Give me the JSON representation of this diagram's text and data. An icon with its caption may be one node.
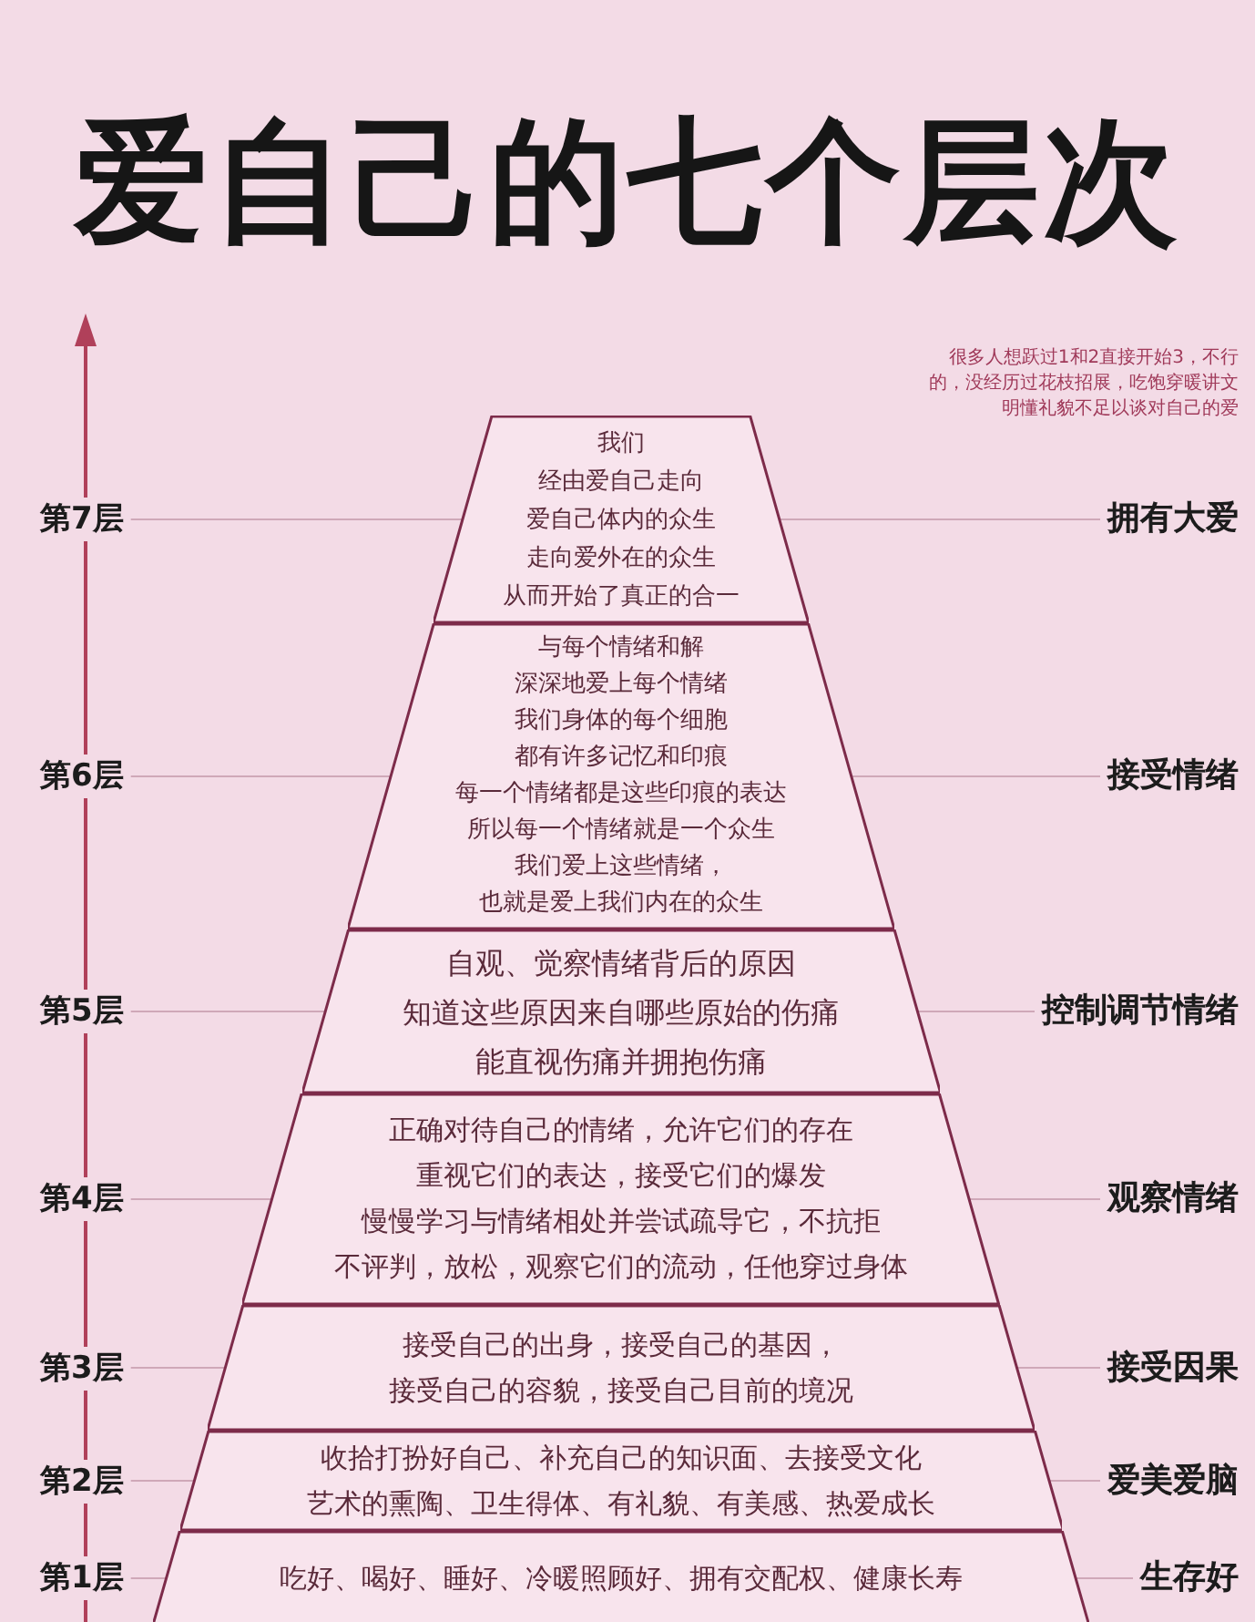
{
  "diagram": {
    "title": "爱自己的七个层次",
    "nodes": [
      {
        "text": [
          "第7层"
        ]
      },
      {
        "text": [
          "我们",
          "经由爱自己走向",
          "爱自己体内的众生",
          "走向爱外在的众生",
          "从而开始了真正的合一"
        ]
      },
      {
        "text": [
          "拥有大爱"
        ]
      },
      {
        "text": [
          "第6层"
        ]
      },
      {
        "text": [
          "与每个情绪和解",
          "深深地爱上每个情绪",
          "我们身体的每个细胞",
          "都有许多记忆和印痕",
          "每一个情绪都是这些印痕的表达",
          "所以每一个情绪就是一个众生",
          "我们爱上这些情绪，",
          "也就是爱上我们内在的众生"
        ]
      },
      {
        "text": [
          "接受情绪"
        ]
      },
      {
        "text": [
          "第5层"
        ]
      },
      {
        "text": [
          "自观、觉察情绪背后的原因",
          "知道这些原因来自哪些原始的伤痛",
          "能直视伤痛并拥抱伤痛"
        ]
      },
      {
        "text": [
          "控制调节情绪"
        ]
      },
      {
        "text": [
          "第4层"
        ]
      },
      {
        "text": [
          "正确对待自己的情绪，允许它们的存在",
          "重视它们的表达，接受它们的爆发",
          "慢慢学习与情绪相处并尝试疏导它，不抗拒",
          "不评判，放松，观察它们的流动，任他穿过身体"
        ]
      },
      {
        "text": [
          "观察情绪"
        ]
      },
      {
        "text": [
          "第3层"
        ]
      },
      {
        "text": [
          "接受自己的出身，接受自己的基因，",
          "接受自己的容貌，接受自己目前的境况"
        ]
      },
      {
        "text": [
          "接受因果"
        ]
      },
      {
        "text": [
          "第2层"
        ]
      },
      {
        "text": [
          "收拾打扮好自己、补充自己的知识面、去接受文化",
          "艺术的熏陶、卫生得体、有礼貌、有美感、热爱成长"
        ]
      },
      {
        "text": [
          "爱美爱脑"
        ]
      },
      {
        "text": [
          "第1层"
        ]
      },
      {
        "text": [
          "吃好、喝好、睡好、冷暖照顾好、拥有交配权、健康长寿"
        ]
      },
      {
        "text": [
          "生存好"
        ]
      }
    ],
    "edges": [
      {
        "from": 0,
        "to": 1,
        "arrow": "none"
      },
      {
        "from": 2,
        "to": 1,
        "arrow": "none"
      },
      {
        "from": 3,
        "to": 4,
        "arrow": "none"
      },
      {
        "from": 5,
        "to": 4,
        "arrow": "none"
      },
      {
        "from": 6,
        "to": 7,
        "arrow": "none"
      },
      {
        "from": 8,
        "to": 7,
        "arrow": "none"
      },
      {
        "from": 9,
        "to": 10,
        "arrow": "none"
      },
      {
        "from": 11,
        "to": 10,
        "arrow": "none"
      },
      {
        "from": 12,
        "to": 13,
        "arrow": "none"
      },
      {
        "from": 14,
        "to": 13,
        "arrow": "none"
      },
      {
        "from": 15,
        "to": 16,
        "arrow": "none"
      },
      {
        "from": 17,
        "to": 16,
        "arrow": "none"
      },
      {
        "from": 18,
        "to": 19,
        "arrow": "none"
      },
      {
        "from": 20,
        "to": 19,
        "arrow": "none"
      }
    ],
    "labels": [
      "很多人想跃过1和2直接开始3，不行的，没经历过花枝招展，吃饱穿暖讲文明懂礼貌不足以谈对自己的爱"
    ]
  }
}
